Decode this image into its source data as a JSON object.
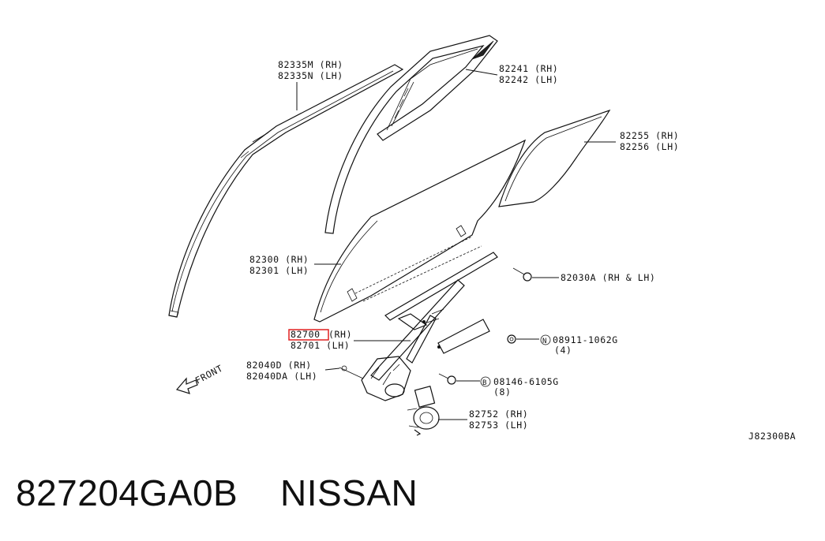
{
  "callouts": {
    "moulding_rh": "82335M (RH)",
    "moulding_lh": "82335N (LH)",
    "sash_rh": "82241 (RH)",
    "sash_lh": "82242 (LH)",
    "quarter_rh": "82255 (RH)",
    "quarter_lh": "82256 (LH)",
    "glass_rh": "82300 (RH)",
    "glass_lh": "82301 (LH)",
    "bolt_a": "82030A (RH & LH)",
    "reg_rh_num": "82700",
    "reg_rh_suffix": "(RH)",
    "reg_lh": "82701 (LH)",
    "nut_symbol": "N",
    "nut_num": "08911-1062G",
    "nut_qty": "(4)",
    "bracket_rh": "82040D (RH)",
    "bracket_lh": "82040DA (LH)",
    "bolt_b_symbol": "B",
    "bolt_b_num": "08146-6105G",
    "bolt_b_qty": "(8)",
    "motor_rh": "82752 (RH)",
    "motor_lh": "82753 (LH)",
    "front": "FRONT",
    "diagram_code": "J82300BA"
  },
  "highlight_color": "#e02020",
  "footer": {
    "part_number": "827204GA0B",
    "brand": "NISSAN"
  }
}
